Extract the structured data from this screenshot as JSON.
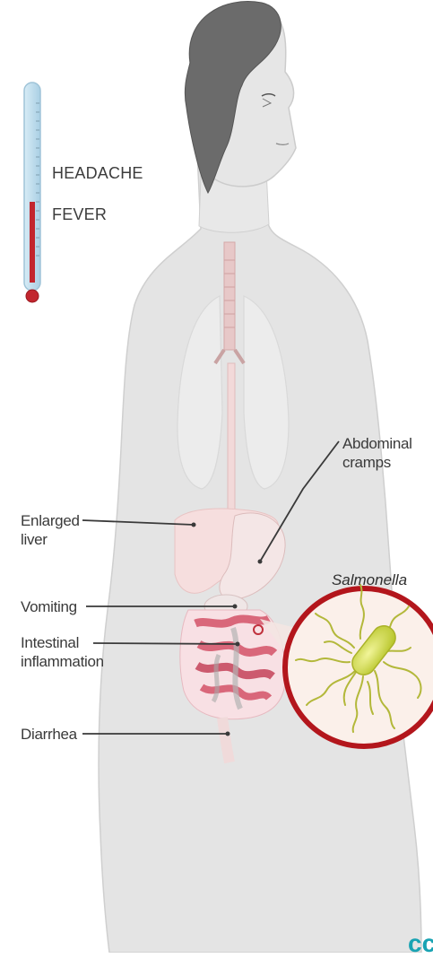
{
  "symptoms": {
    "headache": "HEADACHE",
    "fever": "FEVER"
  },
  "labels": {
    "abdominal": [
      "Abdominal",
      "cramps"
    ],
    "liver": [
      "Enlarged",
      "liver"
    ],
    "vomiting": "Vomiting",
    "intestinal": [
      "Intestinal",
      "inflammation"
    ],
    "diarrhea": "Diarrhea"
  },
  "inset": {
    "title": "Salmonella"
  },
  "brand_mark": "cc",
  "colors": {
    "body": "#e4e4e4",
    "hair": "#6b6b6b",
    "mercury": "#c2262e",
    "inset_ring": "#b3161c",
    "inset_fill": "#fbf0ea",
    "bacterium": "#d6e04a",
    "intestine": "#d9677a",
    "organ_pink": "#f6dede",
    "brand": "#19a3b3"
  },
  "icons": [
    "thermometer-icon",
    "salmonella-bacterium-icon"
  ]
}
